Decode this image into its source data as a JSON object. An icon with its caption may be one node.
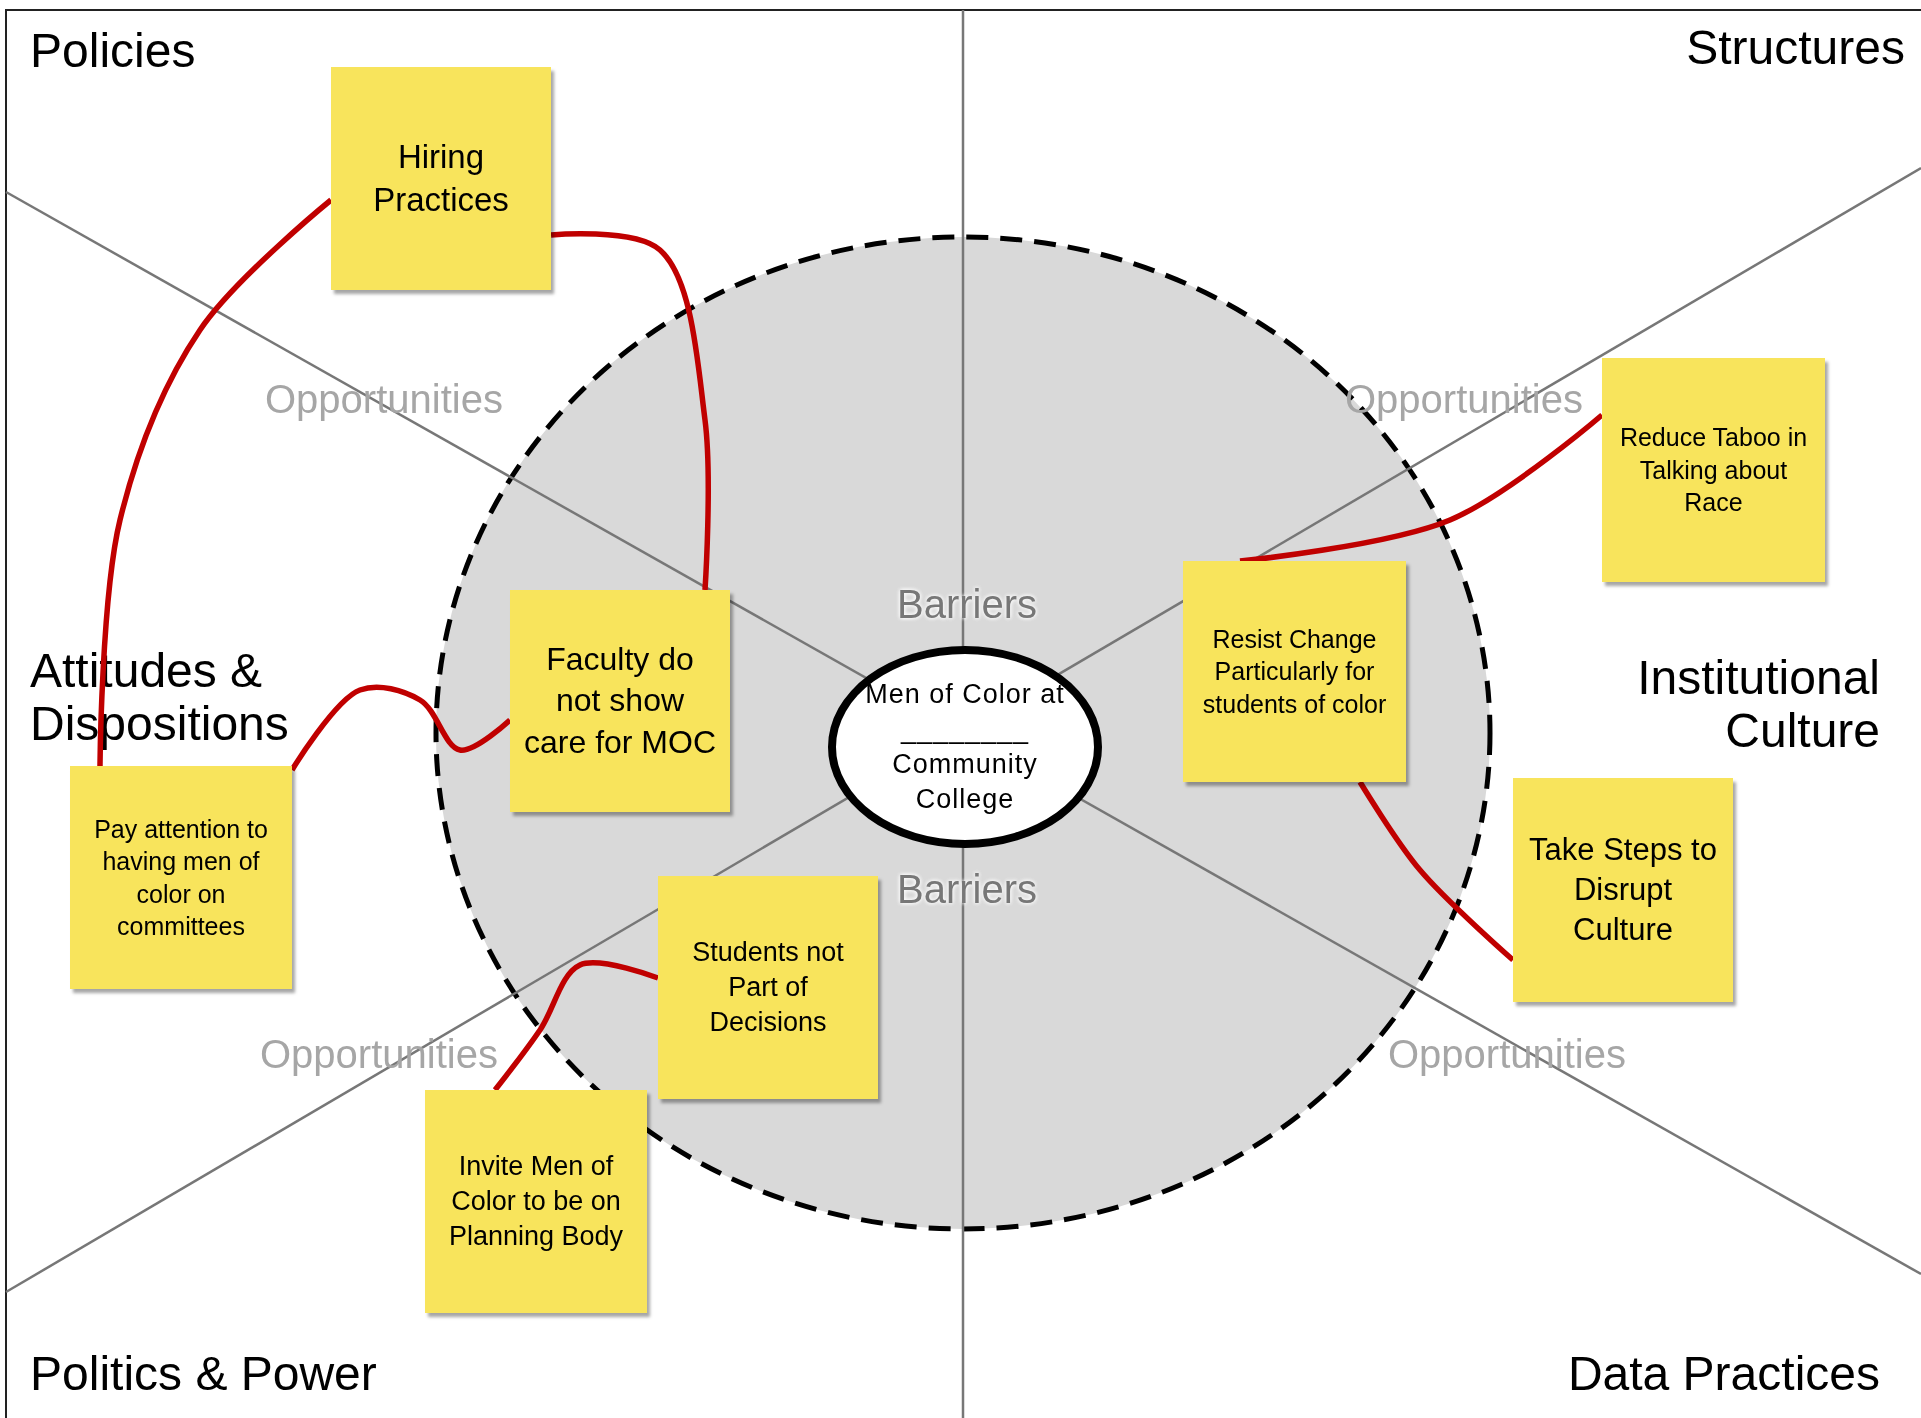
{
  "diagram": {
    "nodes": [
      {
        "text": [
          "Hiring Practices"
        ]
      },
      {
        "text": [
          "Reduce Taboo in Talking about Race"
        ]
      },
      {
        "text": [
          "Resist Change Particularly for students of color"
        ]
      },
      {
        "text": [
          "Faculty do not show care for MOC"
        ]
      },
      {
        "text": [
          "Men of Color at ________ Community College"
        ]
      },
      {
        "text": [
          "Pay attention to having men of color on committees"
        ]
      },
      {
        "text": [
          "Take Steps to Disrupt Culture"
        ]
      },
      {
        "text": [
          "Students not Part of Decisions"
        ]
      },
      {
        "text": [
          "Invite Men of Color to be on Planning Body"
        ]
      }
    ],
    "edges": [
      {
        "from": 0,
        "to": 5,
        "arrow": "none"
      },
      {
        "from": 0,
        "to": 3,
        "arrow": "none"
      },
      {
        "from": 5,
        "to": 3,
        "arrow": "none"
      },
      {
        "from": 1,
        "to": 2,
        "arrow": "none"
      },
      {
        "from": 2,
        "to": 6,
        "arrow": "none"
      },
      {
        "from": 7,
        "to": 8,
        "arrow": "none"
      }
    ],
    "labels": [
      "Policies",
      "Structures",
      "Opportunities",
      "Opportunities",
      "Barriers",
      "Attitudes & Dispositions",
      "Institutional Culture",
      "Barriers",
      "Opportunities",
      "Opportunities",
      "Politics & Power",
      "Data Practices"
    ]
  }
}
